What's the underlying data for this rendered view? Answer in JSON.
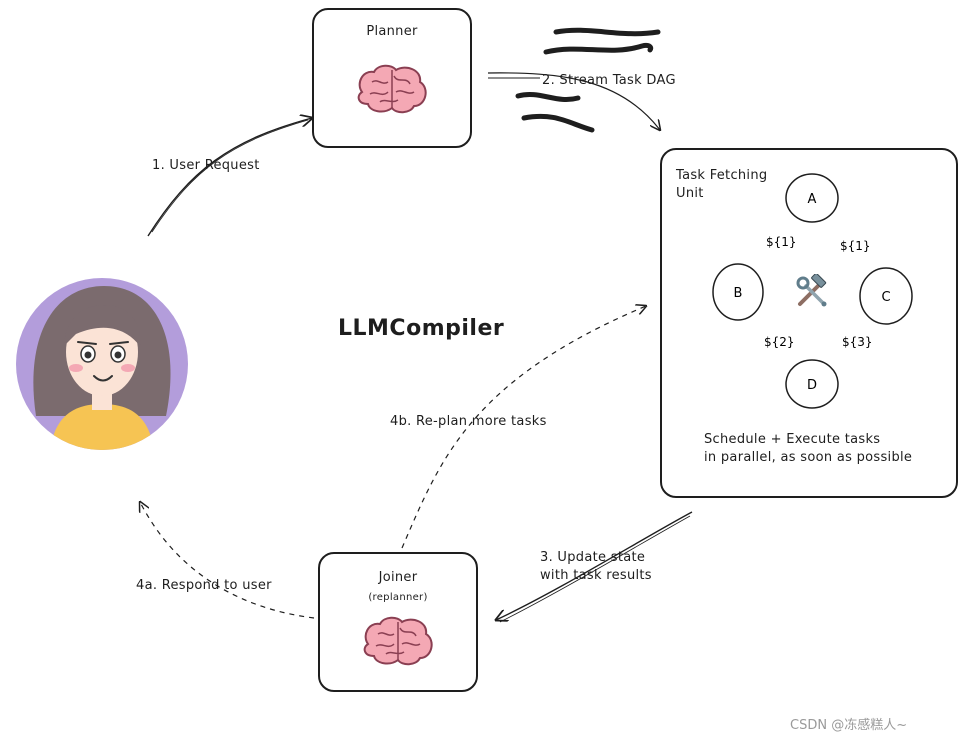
{
  "diagram": {
    "title": "LLMCompiler",
    "planner": {
      "label": "Planner"
    },
    "task_unit": {
      "label_line1": "Task Fetching",
      "label_line2": "Unit",
      "nodes": {
        "a": "A",
        "b": "B",
        "c": "C",
        "d": "D"
      },
      "edges": {
        "ab": "${1}",
        "ac": "${1}",
        "bd": "${2}",
        "cd": "${3}"
      },
      "caption_line1": "Schedule + Execute tasks",
      "caption_line2": "in parallel, as soon as possible"
    },
    "joiner": {
      "label": "Joiner",
      "sublabel": "(replanner)"
    },
    "steps": {
      "s1": "1. User Request",
      "s2": "2. Stream Task DAG",
      "s3_line1": "3. Update state",
      "s3_line2": "with task results",
      "s4a": "4a. Respond to user",
      "s4b": "4b. Re-plan more tasks"
    },
    "icons": {
      "brain": "brain-icon",
      "tools": "hammer-wrench-icon",
      "user": "user-avatar"
    },
    "colors": {
      "ink": "#1e1e1e",
      "brain": "#f4a8b4",
      "avatar_bg": "#b39ddb",
      "hair": "#7b6b6e",
      "skin": "#fbe3d6",
      "shirt": "#f6c453"
    }
  },
  "watermark": "CSDN @冻感糕人~"
}
